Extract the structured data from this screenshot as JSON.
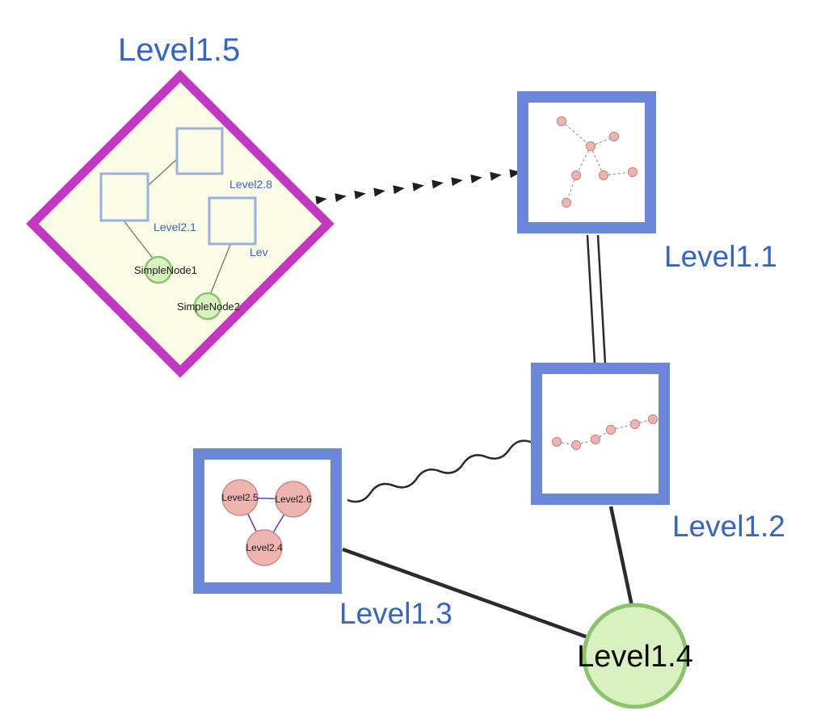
{
  "colors": {
    "label-blue": "#3565c9",
    "diamond-border": "#c238c2",
    "diamond-fill": "#fcfce6",
    "group-border": "#6b87d9",
    "inner-square-border": "#9ab0e0",
    "green-fill": "#d9f0c0",
    "green-border": "#8cc46e",
    "pink-fill": "#f0b4b0",
    "pink-border": "#c98c86",
    "edge-dark": "#2b2b2b",
    "edge-blue": "#4948c9",
    "edge-dashed-blue": "#8892dd"
  },
  "nodes": {
    "level1_5": {
      "label": "Level1.5",
      "type": "diamond-group"
    },
    "level1_1": {
      "label": "Level1.1",
      "type": "square-group"
    },
    "level1_2": {
      "label": "Level1.2",
      "type": "square-group"
    },
    "level1_3": {
      "label": "Level1.3",
      "type": "square-group"
    },
    "level1_4": {
      "label": "Level1.4",
      "type": "circle-node"
    }
  },
  "level1_5_children": {
    "level2_8": {
      "label": "Level2.8",
      "type": "square"
    },
    "level2_1": {
      "label": "Level2.1",
      "type": "square"
    },
    "level2_x": {
      "label": "Lev",
      "type": "square"
    },
    "simple_node_1": {
      "label": "SimpleNode1",
      "type": "circle"
    },
    "simple_node_2": {
      "label": "SimpleNode2",
      "type": "circle"
    }
  },
  "level1_3_children": {
    "level2_5": {
      "label": "Level2.5"
    },
    "level2_6": {
      "label": "Level2.6"
    },
    "level2_4": {
      "label": "Level2.4"
    }
  },
  "edges": [
    {
      "from": "Level1.5",
      "to": "Level1.1",
      "style": "dashed-arrow-chain"
    },
    {
      "from": "Level1.1",
      "to": "Level1.2",
      "style": "double-parallel"
    },
    {
      "from": "Level1.3",
      "to": "Level1.2",
      "style": "wavy"
    },
    {
      "from": "Level1.3",
      "to": "Level1.4",
      "style": "solid"
    },
    {
      "from": "Level1.2",
      "to": "Level1.4",
      "style": "solid"
    }
  ]
}
